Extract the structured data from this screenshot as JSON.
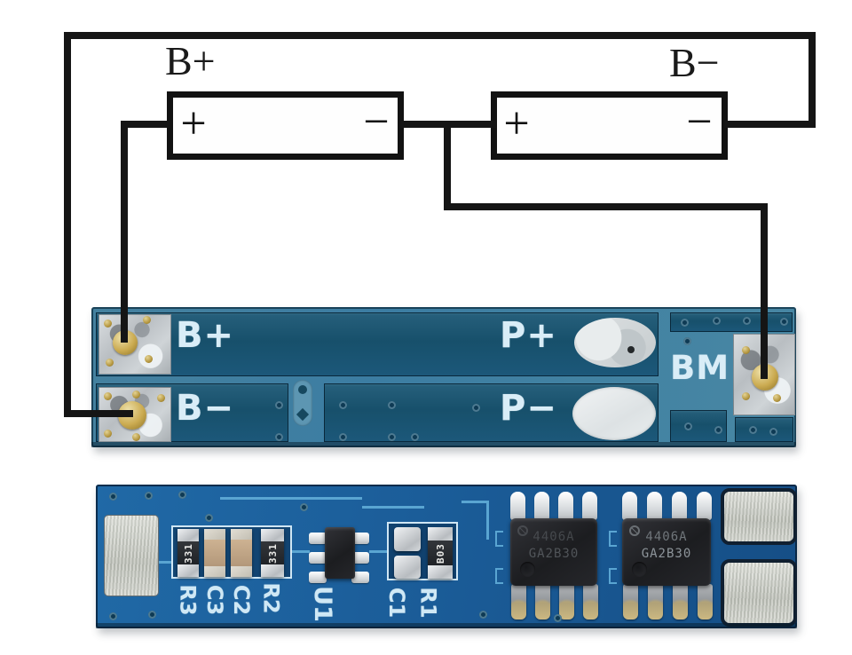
{
  "schematic": {
    "b_plus_label": "B+",
    "b_minus_label": "B−",
    "battery1": {
      "plus": "+",
      "minus": "−"
    },
    "battery2": {
      "plus": "+",
      "minus": "−"
    }
  },
  "top_board": {
    "silk_b_plus": "B+",
    "silk_b_minus": "B−",
    "silk_p_plus": "P+",
    "silk_p_minus": "P−",
    "silk_bm": "BM"
  },
  "bottom_board": {
    "silk": {
      "r3": "R3",
      "c3": "C3",
      "c2": "C2",
      "r2": "R2",
      "u1": "U1",
      "c1": "C1",
      "r1": "R1"
    },
    "markings": {
      "resistor": "331",
      "r1": "B03",
      "ic_line1": "4406A",
      "ic_line2": "GA2B30"
    }
  },
  "colors": {
    "wire": "#151515",
    "top_board_base": "#4583a1",
    "top_board_strip": "#17506b",
    "bottom_board_base": "#1d65a2",
    "silkscreen": "#d9edf7",
    "solder_gold": "#cbab51",
    "pad_silver": "#c9cdd0"
  }
}
